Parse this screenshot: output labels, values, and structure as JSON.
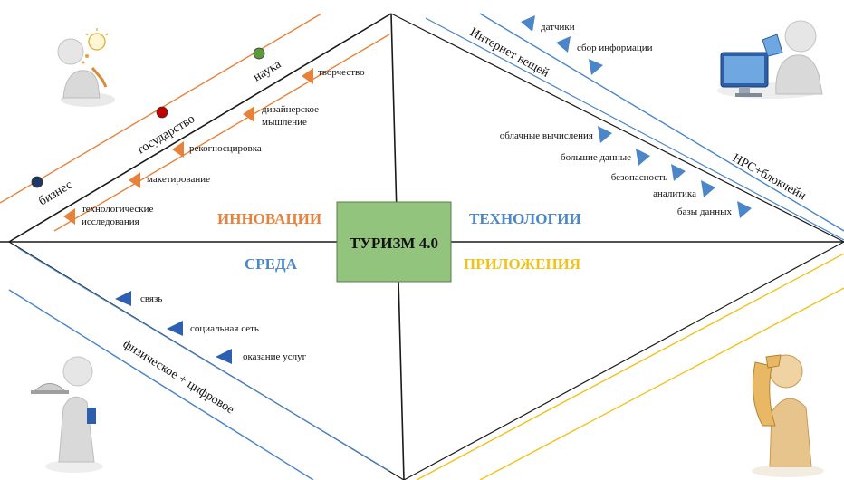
{
  "center": {
    "title": "ТУРИЗМ 4.0"
  },
  "sections": {
    "innovations": "ИННОВАЦИИ",
    "technologies": "ТЕХНОЛОГИИ",
    "environment": "СРЕДА",
    "applications": "ПРИЛОЖЕНИЯ"
  },
  "innovations": {
    "axis_points": [
      "бизнес",
      "государство",
      "наука"
    ],
    "items": [
      "творчество",
      "дизайнерское",
      "мышление",
      "рекогносцировка",
      "макетирование",
      "технологические",
      "исследования"
    ]
  },
  "technologies": {
    "axis_iot": "Интернет вещей",
    "axis_hpc": "HPC+блокчейн",
    "iot_items": [
      "датчики",
      "сбор информации"
    ],
    "items": [
      "облачные вычисления",
      "большие данные",
      "безопасность",
      "аналитика",
      "базы данных"
    ]
  },
  "environment": {
    "axis": "физическое + цифровое",
    "items": [
      "связь",
      "социальная сеть",
      "оказание услуг"
    ]
  },
  "colors": {
    "orange": "#e8823a",
    "blue": "#4a86c8",
    "yellow": "#f2c21b",
    "green_box": "#93c47d",
    "dark": "#1a1a1a",
    "dot_navy": "#1f3864",
    "dot_red": "#c00000",
    "dot_green": "#5b9a3a"
  },
  "icons": [
    "thinking-person-icon",
    "computer-user-icon",
    "waiter-icon",
    "phone-person-icon"
  ]
}
